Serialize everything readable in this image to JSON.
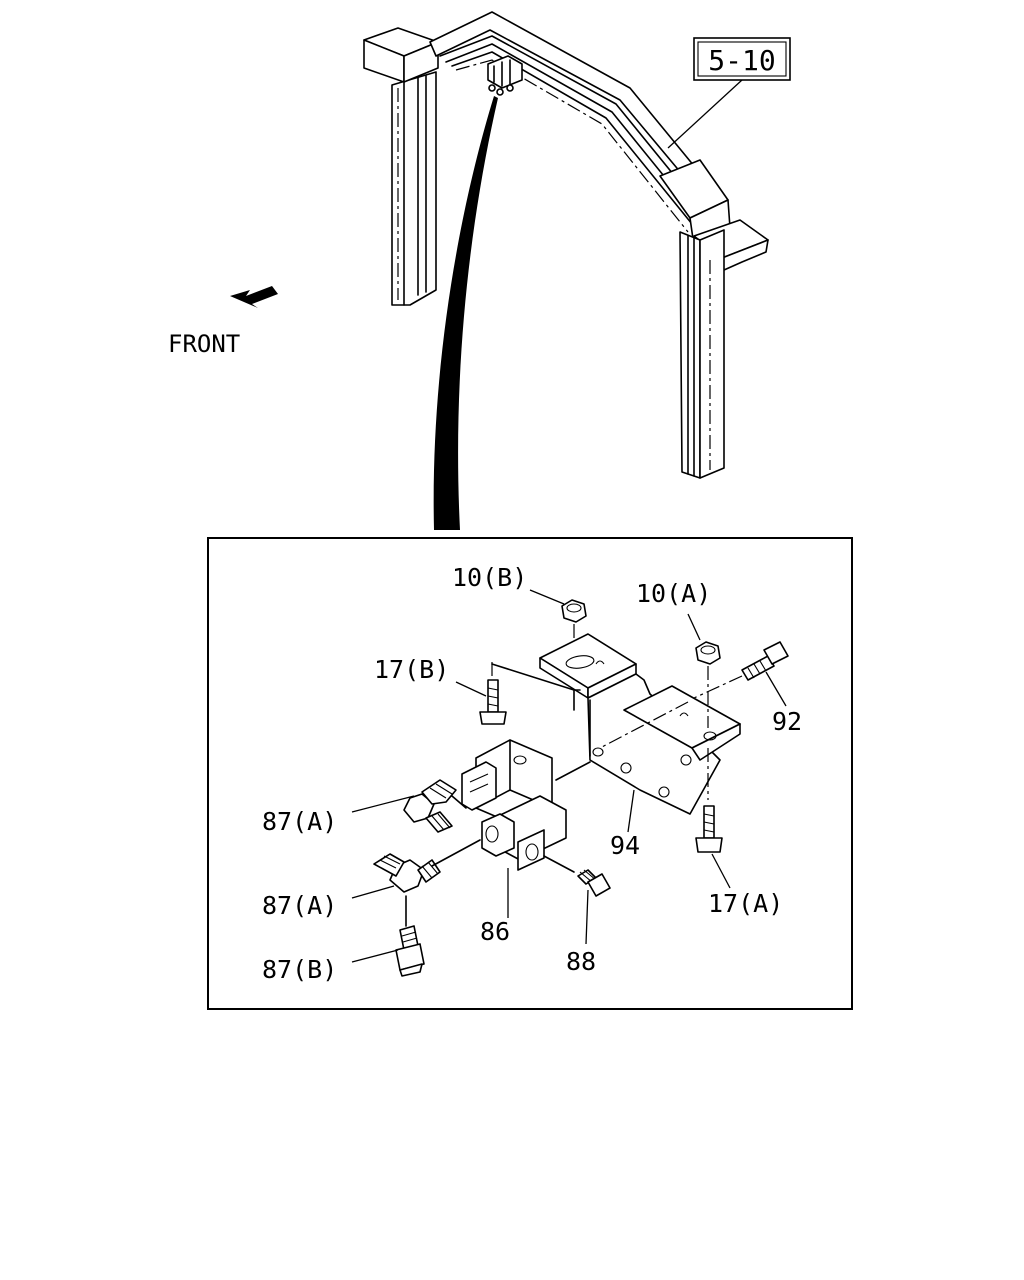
{
  "labels": {
    "front": "FRONT",
    "ref_5_10": "5-10",
    "p10b": "10(B)",
    "p10a": "10(A)",
    "p17b": "17(B)",
    "p92": "92",
    "p94": "94",
    "p87a_upper": "87(A)",
    "p87a_lower": "87(A)",
    "p87b": "87(B)",
    "p86": "86",
    "p88": "88",
    "p17a": "17(A)"
  }
}
